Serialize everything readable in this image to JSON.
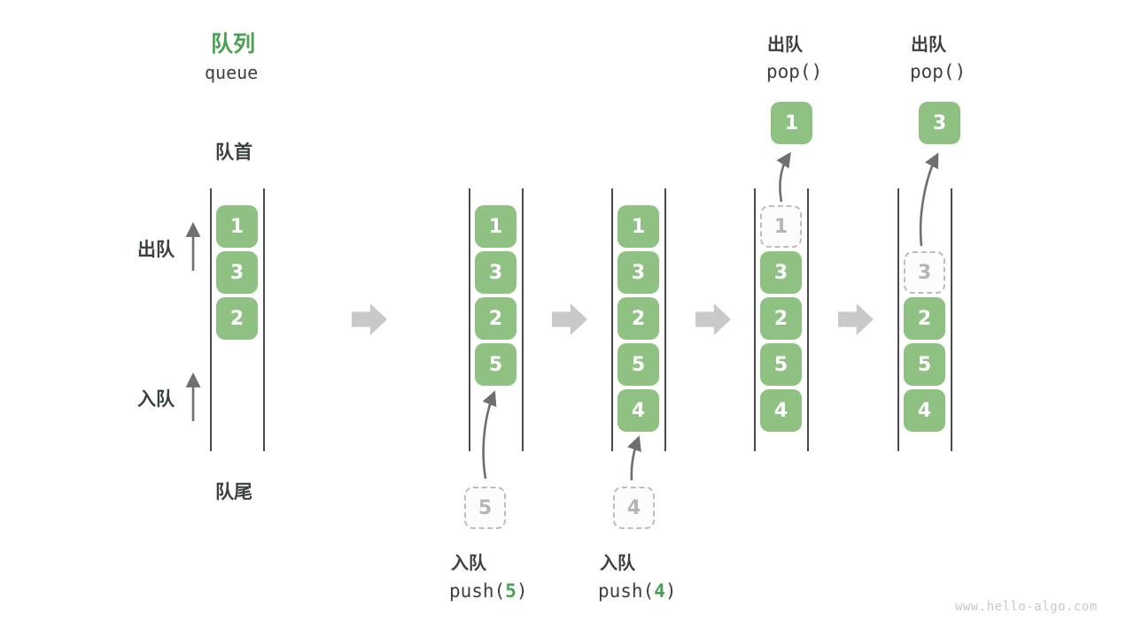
{
  "title": {
    "zh": "队列",
    "en": "queue"
  },
  "side_labels": {
    "front": "队首",
    "rear": "队尾",
    "dequeue": "出队",
    "enqueue": "入队"
  },
  "colors": {
    "green_box": "#8FC183",
    "green_accent": "#4AA153",
    "dark_text": "#3B4043",
    "line_color": "#4A4A4A",
    "block_arrow": "#C9C9C9",
    "dashed_border": "#BDBDBD",
    "dashed_text": "#B5B5B5",
    "dashed_fill": "#FCFCFC",
    "watermark_color": "#C8C8C8"
  },
  "states": [
    {
      "slots": [
        {
          "v": "1"
        },
        {
          "v": "3"
        },
        {
          "v": "2"
        }
      ]
    },
    {
      "slots": [
        {
          "v": "1"
        },
        {
          "v": "3"
        },
        {
          "v": "2"
        },
        {
          "v": "5"
        }
      ]
    },
    {
      "slots": [
        {
          "v": "1"
        },
        {
          "v": "3"
        },
        {
          "v": "2"
        },
        {
          "v": "5"
        },
        {
          "v": "4"
        }
      ]
    },
    {
      "slots": [
        {
          "v": "1"
        },
        {
          "v": "3"
        },
        {
          "v": "2"
        },
        {
          "v": "5"
        },
        {
          "v": "4"
        }
      ]
    },
    {
      "slots": [
        {
          "v": "3"
        },
        {
          "v": "2"
        },
        {
          "v": "5"
        },
        {
          "v": "4"
        }
      ]
    }
  ],
  "operations": {
    "push5": {
      "label": "入队",
      "code_pre": "push(",
      "arg": "5",
      "code_post": ")",
      "staged": "5"
    },
    "push4": {
      "label": "入队",
      "code_pre": "push(",
      "arg": "4",
      "code_post": ")",
      "staged": "4"
    },
    "pop1": {
      "label": "出队",
      "code": "pop()",
      "popped": "1"
    },
    "pop3": {
      "label": "出队",
      "code": "pop()",
      "popped": "3"
    }
  },
  "watermark": "www.hello-algo.com"
}
